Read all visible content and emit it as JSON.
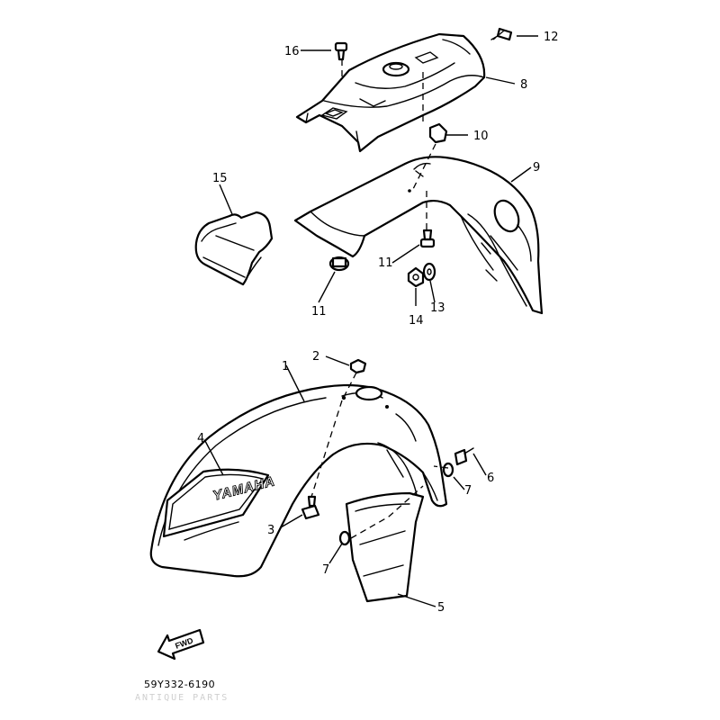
{
  "diagram": {
    "callouts": {
      "p1": "1",
      "p2": "2",
      "p3": "3",
      "p4": "4",
      "p5": "5",
      "p6": "6",
      "p7a": "7",
      "p7b": "7",
      "p8": "8",
      "p9": "9",
      "p10": "10",
      "p11a": "11",
      "p11b": "11",
      "p12": "12",
      "p13": "13",
      "p14": "14",
      "p15": "15",
      "p16": "16"
    },
    "fender_logo": "YAMAHA",
    "direction_arrow": "FWD",
    "reference_code": "59Y332-6190",
    "faint_text": "ANTIQUE PARTS"
  }
}
